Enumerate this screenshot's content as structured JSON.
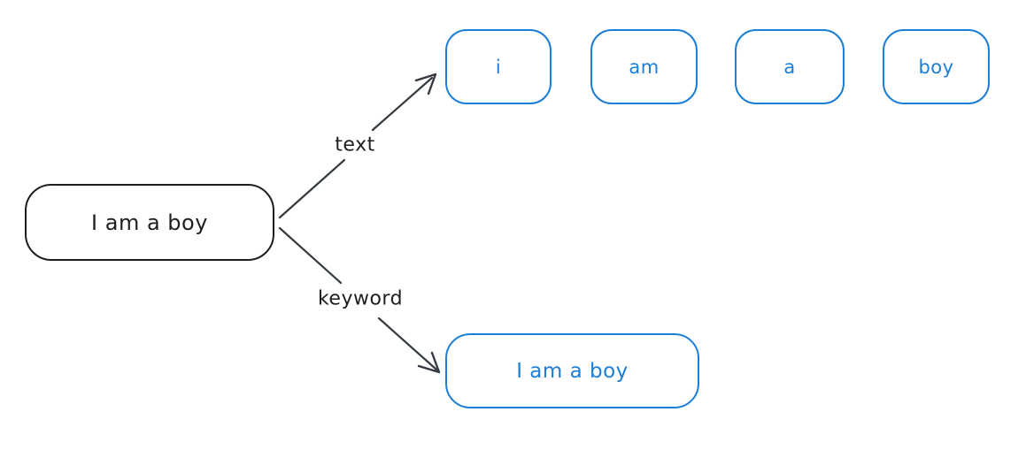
{
  "diagram": {
    "source": {
      "label": "I am a boy"
    },
    "branches": [
      {
        "label": "text"
      },
      {
        "label": "keyword"
      }
    ],
    "text_tokens": [
      "i",
      "am",
      "a",
      "boy"
    ],
    "keyword_result": {
      "label": "I am a boy"
    },
    "colors": {
      "node_stroke": "#1e1e1e",
      "token_stroke": "#1c7ed6",
      "arrow": "#343a40",
      "background": "#ffffff"
    }
  }
}
